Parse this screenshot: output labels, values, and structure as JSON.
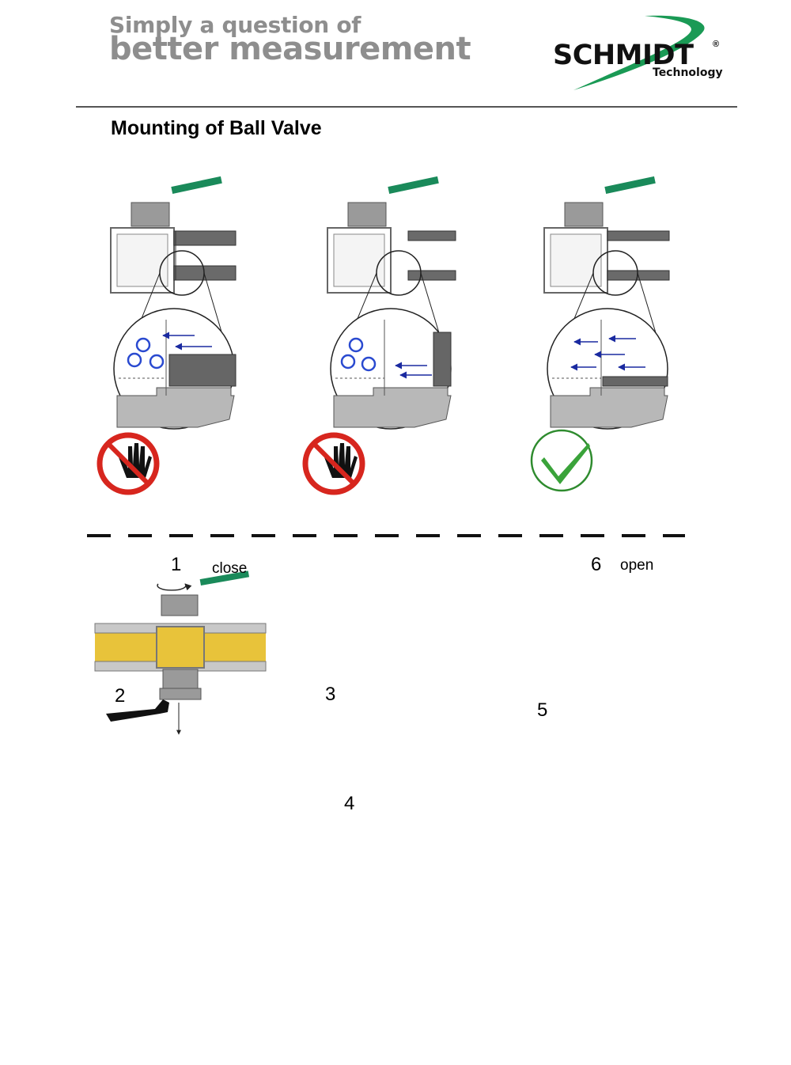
{
  "header": {
    "tagline_line1": "Simply a question of",
    "tagline_line2": "better measurement",
    "logo_word": "SCHMIDT",
    "logo_reg": "®",
    "logo_sub": "Technology"
  },
  "title": "Mounting of Ball Valve",
  "variants": [
    {
      "status": "prohibited",
      "icon": "stop-hand-icon"
    },
    {
      "status": "prohibited",
      "icon": "stop-hand-icon"
    },
    {
      "status": "correct",
      "icon": "checkmark-icon"
    }
  ],
  "steps": {
    "step1_number": "1",
    "step1_label": "close",
    "step2_number": "2",
    "step3_number": "3",
    "step4_number": "4",
    "step5_number": "5",
    "step6_number": "6",
    "step6_label": "open"
  },
  "colors": {
    "handle_green": "#1a8a5a",
    "pipe_yellow": "#e8c33a",
    "fitting_cyan": "#9fe3ee",
    "seal_red": "#9e1b1b",
    "prohibited_red": "#d7261e",
    "check_green": "#2e8b2e",
    "flow_arrow_blue": "#1a2aa0"
  }
}
